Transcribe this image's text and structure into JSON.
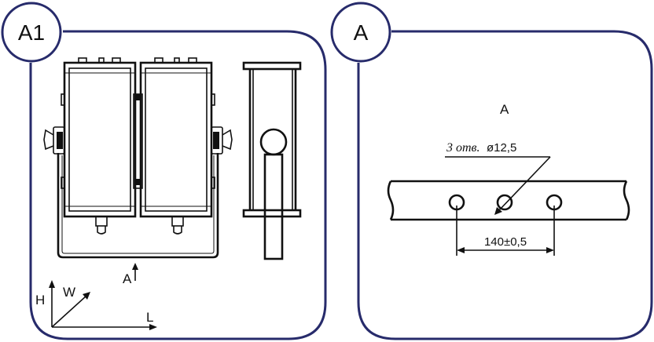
{
  "panels": {
    "left": {
      "badge": "A1"
    },
    "right": {
      "badge": "A"
    }
  },
  "left_view": {
    "view_arrow_label": "A",
    "axes": {
      "h": "H",
      "w": "W",
      "l": "L"
    }
  },
  "detail_view": {
    "title": "A",
    "holes_note_prefix": "3 отв.",
    "holes_note_value": "ø12,5",
    "spacing_dimension": "140±0,5"
  },
  "colors": {
    "frame": "#272b6b",
    "ink": "#111111"
  }
}
